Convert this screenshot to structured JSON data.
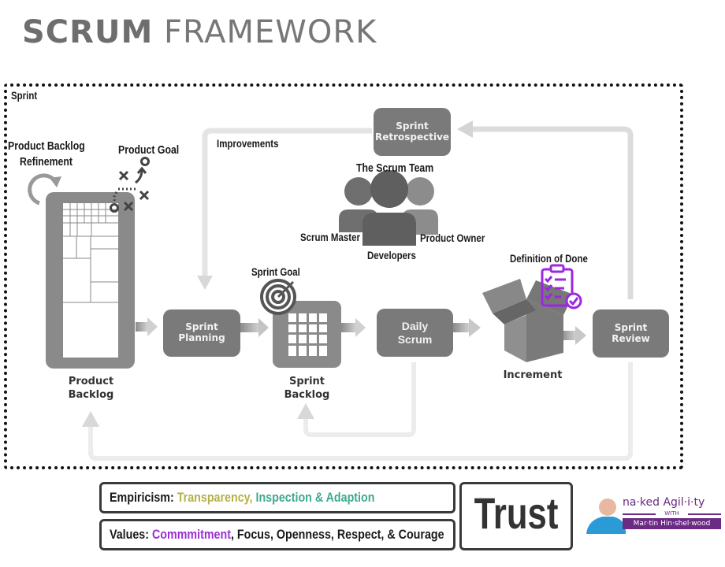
{
  "title": {
    "bold": "SCRUM",
    "light": "FRAMEWORK"
  },
  "sprint_label": "Sprint",
  "labels": {
    "refinement_line1": "Product Backlog",
    "refinement_line2": "Refinement",
    "product_goal": "Product Goal",
    "improvements": "Improvements",
    "scrum_team": "The Scrum Team",
    "scrum_master": "Scrum Master",
    "product_owner": "Product Owner",
    "developers": "Developers",
    "sprint_goal": "Sprint Goal",
    "definition_of_done": "Definition of Done"
  },
  "events": {
    "retrospective": {
      "line1": "Sprint",
      "line2": "Retrospective"
    },
    "planning": {
      "line1": "Sprint",
      "line2": "Planning"
    },
    "daily": {
      "line1": "Daily",
      "line2": "Scrum"
    },
    "review": {
      "line1": "Sprint",
      "line2": "Review"
    }
  },
  "artifacts": {
    "product_backlog": {
      "line1": "Product",
      "line2": "Backlog"
    },
    "sprint_backlog": {
      "line1": "Sprint",
      "line2": "Backlog"
    },
    "increment": "Increment"
  },
  "empiricism": {
    "label": "Empiricism:",
    "pillar1": "Transparency,",
    "pillar2": "Inspection & Adaption"
  },
  "values": {
    "label": "Values:",
    "highlight": "Commmitment",
    "rest": ", Focus, Openness, Respect, & Courage"
  },
  "trust": "Trust",
  "brand": {
    "name": "na·ked Agil·i·ty",
    "with": "WITH",
    "author": "Mar·tin Hin·shel·wood"
  },
  "colors": {
    "box_gray": "#7a7a7a",
    "arrow_light": "#dcdcdc",
    "transparency": "#b5b04a",
    "inspection": "#3fa88f",
    "commitment": "#9b2fd6",
    "dod_purple": "#9b27e0",
    "brand_purple": "#6b2a84"
  }
}
